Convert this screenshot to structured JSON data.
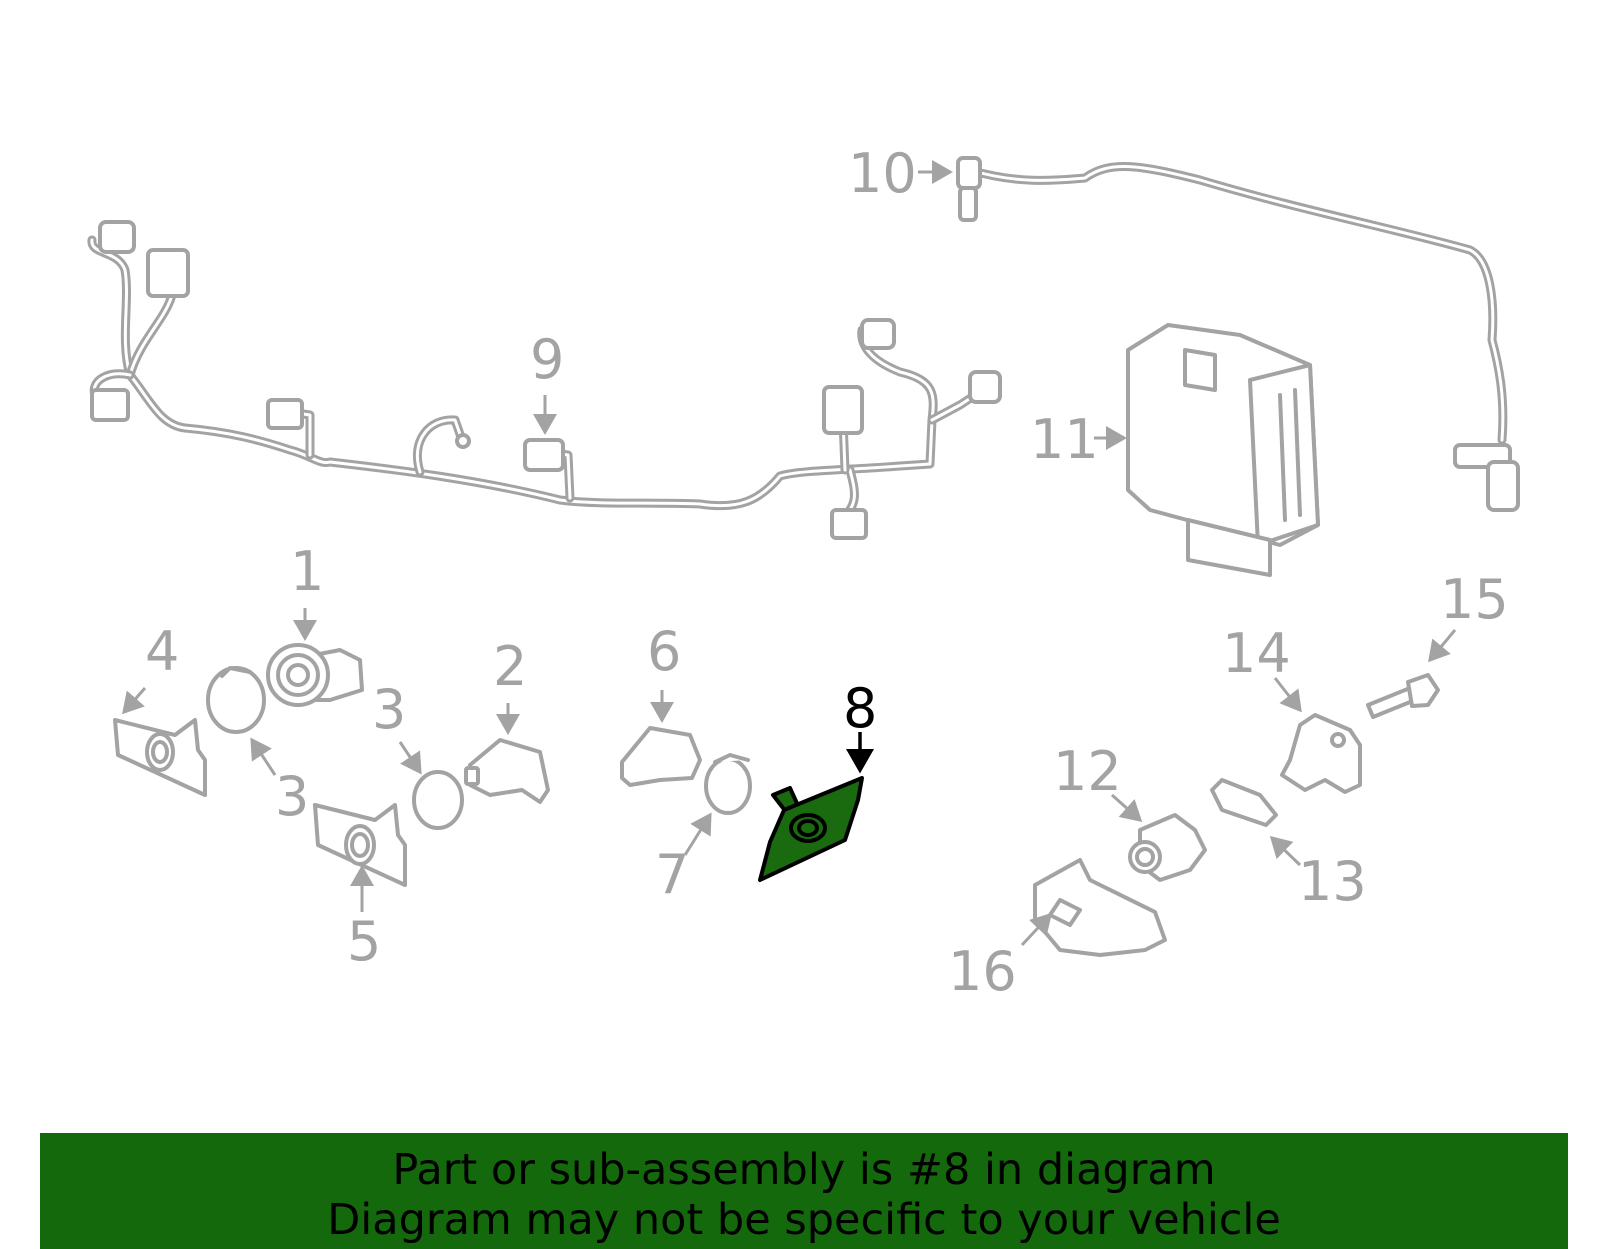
{
  "diagram": {
    "callouts": [
      {
        "id": "1",
        "label": "1"
      },
      {
        "id": "2",
        "label": "2"
      },
      {
        "id": "3a",
        "label": "3"
      },
      {
        "id": "3b",
        "label": "3"
      },
      {
        "id": "4",
        "label": "4"
      },
      {
        "id": "5",
        "label": "5"
      },
      {
        "id": "6",
        "label": "6"
      },
      {
        "id": "7",
        "label": "7"
      },
      {
        "id": "8",
        "label": "8"
      },
      {
        "id": "9",
        "label": "9"
      },
      {
        "id": "10",
        "label": "10"
      },
      {
        "id": "11",
        "label": "11"
      },
      {
        "id": "12",
        "label": "12"
      },
      {
        "id": "13",
        "label": "13"
      },
      {
        "id": "14",
        "label": "14"
      },
      {
        "id": "15",
        "label": "15"
      },
      {
        "id": "16",
        "label": "16"
      }
    ],
    "highlighted_part": "8",
    "colors": {
      "part_outline": "#a3a3a3",
      "highlight_fill": "#1a6b10",
      "highlight_outline": "#000000",
      "banner_background": "#14690c",
      "banner_text": "#000000"
    }
  },
  "banner": {
    "line1": "Part or sub-assembly is #8 in diagram",
    "line2": "Diagram may not be specific to your vehicle"
  }
}
